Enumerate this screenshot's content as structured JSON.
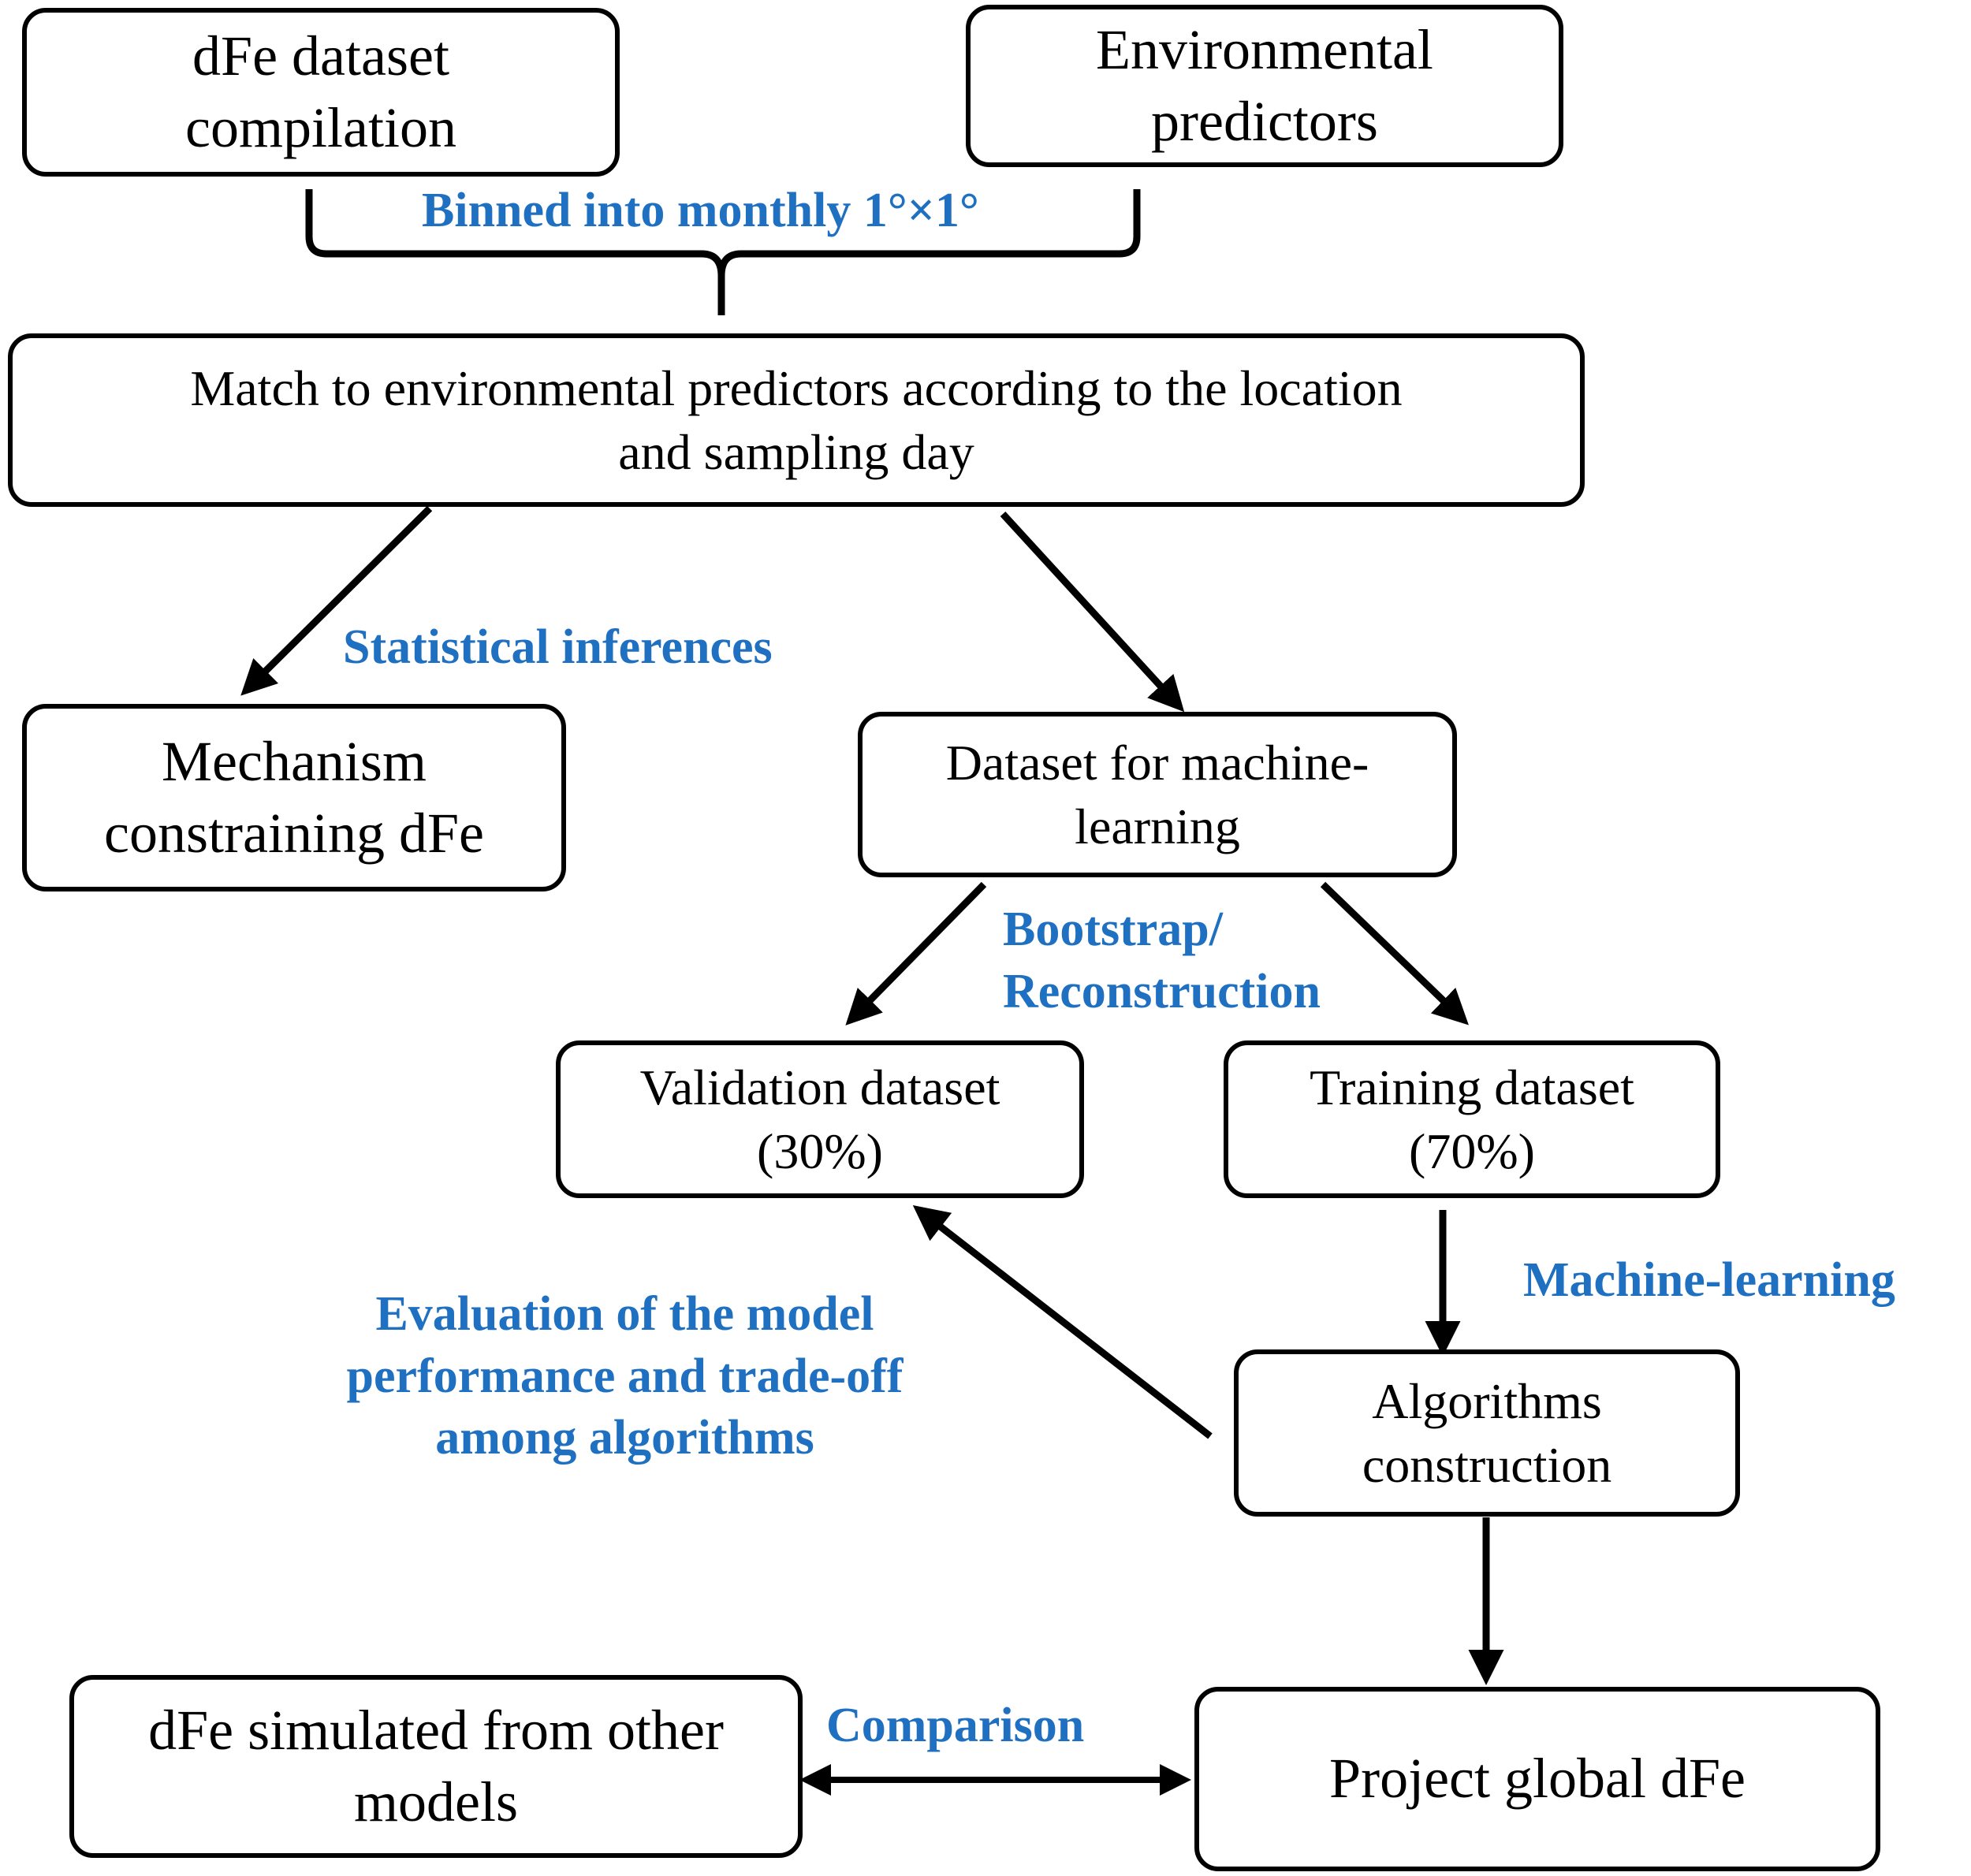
{
  "boxes": {
    "dfe_compilation": "dFe dataset\ncompilation",
    "env_predictors": "Environmental\npredictors",
    "match": "Match to environmental predictors according to the location\nand sampling day",
    "mechanism": "Mechanism\nconstraining dFe",
    "ml_dataset": "Dataset for machine-\nlearning",
    "validation": "Validation dataset\n(30%)",
    "training": "Training dataset\n(70%)",
    "algorithms": "Algorithms\nconstruction",
    "simulated": "dFe simulated from other\nmodels",
    "project": "Project global dFe"
  },
  "edge_labels": {
    "binned": "Binned into monthly 1°×1°",
    "statistical": "Statistical inferences",
    "bootstrap": "Bootstrap/\nReconstruction",
    "machine_learning": "Machine-learning",
    "evaluation": "Evaluation of the model\nperformance and trade-off\namong algorithms",
    "comparison": "Comparison"
  },
  "colors": {
    "label_blue": "#1f70c1",
    "box_border": "#000000"
  }
}
